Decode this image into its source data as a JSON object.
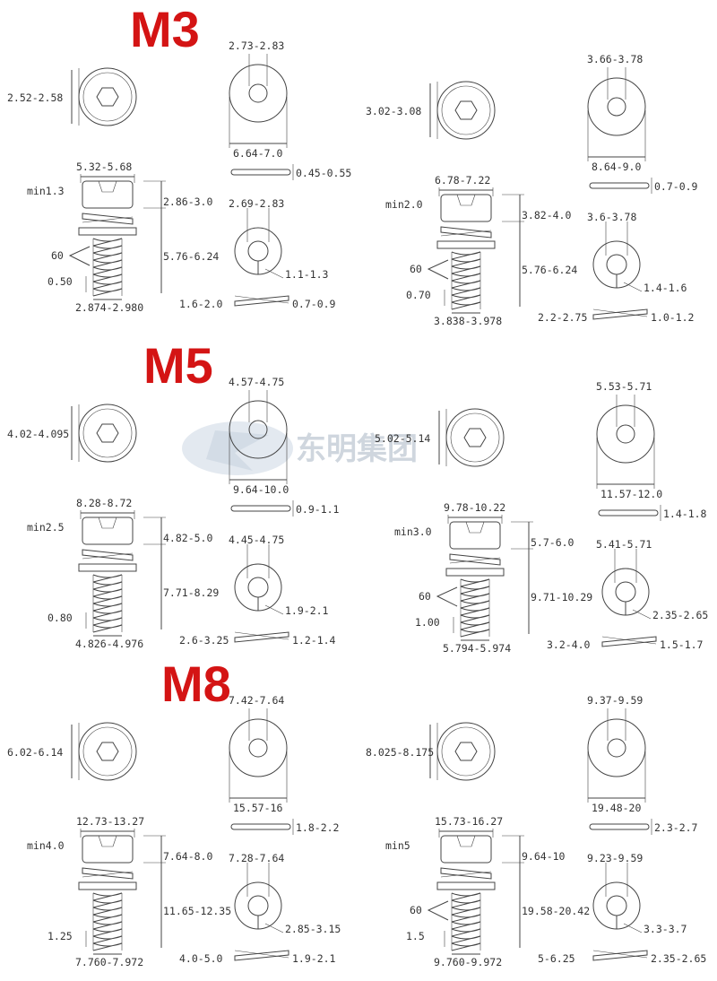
{
  "watermark": {
    "text": "东明集团"
  },
  "panels": [
    {
      "id": "m3",
      "title": "M3",
      "head_dia": "2.52-2.58",
      "flat_washer_id": "2.73-2.83",
      "flat_washer_od": "6.64-7.0",
      "flat_washer_thk": "0.45-0.55",
      "head_width": "5.32-5.68",
      "min_head": "min1.3",
      "head_height": "2.86-3.0",
      "spring_washer_id": "2.69-2.83",
      "angle": "60",
      "overall": "5.76-6.24",
      "split": "1.1-1.3",
      "pitch": "0.50",
      "thread_dia": "2.874-2.980",
      "spring_washer_w": "1.6-2.0",
      "spring_washer_thk": "0.7-0.9"
    },
    {
      "id": "m4",
      "title": "M4",
      "head_dia": "3.02-3.08",
      "flat_washer_id": "3.66-3.78",
      "flat_washer_od": "8.64-9.0",
      "flat_washer_thk": "0.7-0.9",
      "head_width": "6.78-7.22",
      "min_head": "min2.0",
      "head_height": "3.82-4.0",
      "spring_washer_id": "3.6-3.78",
      "angle": "60",
      "overall": "5.76-6.24",
      "split": "1.4-1.6",
      "pitch": "0.70",
      "thread_dia": "3.838-3.978",
      "spring_washer_w": "2.2-2.75",
      "spring_washer_thk": "1.0-1.2"
    },
    {
      "id": "m5",
      "title": "M5",
      "head_dia": "4.02-4.095",
      "flat_washer_id": "4.57-4.75",
      "flat_washer_od": "9.64-10.0",
      "flat_washer_thk": "0.9-1.1",
      "head_width": "8.28-8.72",
      "min_head": "min2.5",
      "head_height": "4.82-5.0",
      "spring_washer_id": "4.45-4.75",
      "angle": "",
      "overall": "7.71-8.29",
      "split": "1.9-2.1",
      "pitch": "0.80",
      "thread_dia": "4.826-4.976",
      "spring_washer_w": "2.6-3.25",
      "spring_washer_thk": "1.2-1.4"
    },
    {
      "id": "m6",
      "title": "M6",
      "head_dia": "5.02-5.14",
      "flat_washer_id": "5.53-5.71",
      "flat_washer_od": "11.57-12.0",
      "flat_washer_thk": "1.4-1.8",
      "head_width": "9.78-10.22",
      "min_head": "min3.0",
      "head_height": "5.7-6.0",
      "spring_washer_id": "5.41-5.71",
      "angle": "60",
      "overall": "9.71-10.29",
      "split": "2.35-2.65",
      "pitch": "1.00",
      "thread_dia": "5.794-5.974",
      "spring_washer_w": "3.2-4.0",
      "spring_washer_thk": "1.5-1.7"
    },
    {
      "id": "m8",
      "title": "M8",
      "head_dia": "6.02-6.14",
      "flat_washer_id": "7.42-7.64",
      "flat_washer_od": "15.57-16",
      "flat_washer_thk": "1.8-2.2",
      "head_width": "12.73-13.27",
      "min_head": "min4.0",
      "head_height": "7.64-8.0",
      "spring_washer_id": "7.28-7.64",
      "angle": "",
      "overall": "11.65-12.35",
      "split": "2.85-3.15",
      "pitch": "1.25",
      "thread_dia": "7.760-7.972",
      "spring_washer_w": "4.0-5.0",
      "spring_washer_thk": "1.9-2.1"
    },
    {
      "id": "m10",
      "title": "M10",
      "head_dia": "8.025-8.175",
      "flat_washer_id": "9.37-9.59",
      "flat_washer_od": "19.48-20",
      "flat_washer_thk": "2.3-2.7",
      "head_width": "15.73-16.27",
      "min_head": "min5",
      "head_height": "9.64-10",
      "spring_washer_id": "9.23-9.59",
      "angle": "60",
      "overall": "19.58-20.42",
      "split": "3.3-3.7",
      "pitch": "1.5",
      "thread_dia": "9.760-9.972",
      "spring_washer_w": "5-6.25",
      "spring_washer_thk": "2.35-2.65"
    }
  ]
}
